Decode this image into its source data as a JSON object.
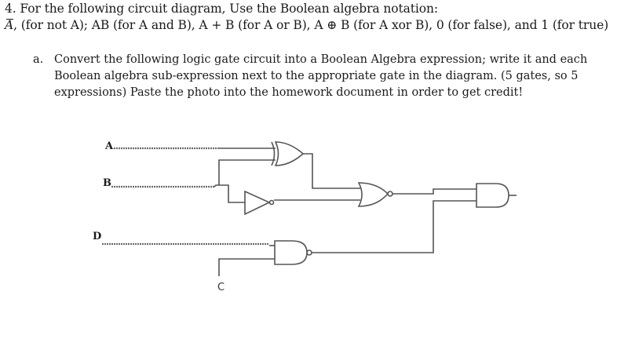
{
  "question": {
    "number": "4.",
    "title": "For the following circuit diagram, Use the Boolean algebra notation:",
    "notation": {
      "not_symbol": "A",
      "not_desc": ", (for not A); ",
      "and_desc": "AB (for A and B), ",
      "or_desc": "A + B (for A or B), ",
      "xor_desc": "A ⊕ B (for A xor B), ",
      "false_desc": "0 (for false), ",
      "true_desc": "and 1 (for true)"
    }
  },
  "part_a": {
    "label": "a.",
    "lines": [
      "Convert the following logic gate circuit into a Boolean Algebra expression; write it and each",
      "Boolean algebra sub-expression next to the appropriate gate in the diagram. (5 gates, so 5",
      "expressions) Paste the photo into the homework document in order to get credit!"
    ]
  },
  "diagram": {
    "inputs": {
      "a": "A",
      "b": "B",
      "c": "C",
      "d": "D"
    },
    "gates": [
      {
        "id": "g1",
        "type": "XOR",
        "inputs": [
          "A",
          "B"
        ]
      },
      {
        "id": "g2",
        "type": "NOT",
        "inputs": [
          "B"
        ]
      },
      {
        "id": "g3",
        "type": "NOR",
        "inputs": [
          "g1",
          "g2"
        ]
      },
      {
        "id": "g4",
        "type": "NAND",
        "inputs": [
          "D",
          "C"
        ]
      },
      {
        "id": "g5",
        "type": "AND",
        "inputs": [
          "g3",
          "g4"
        ]
      }
    ],
    "wire_color": "#555555"
  }
}
